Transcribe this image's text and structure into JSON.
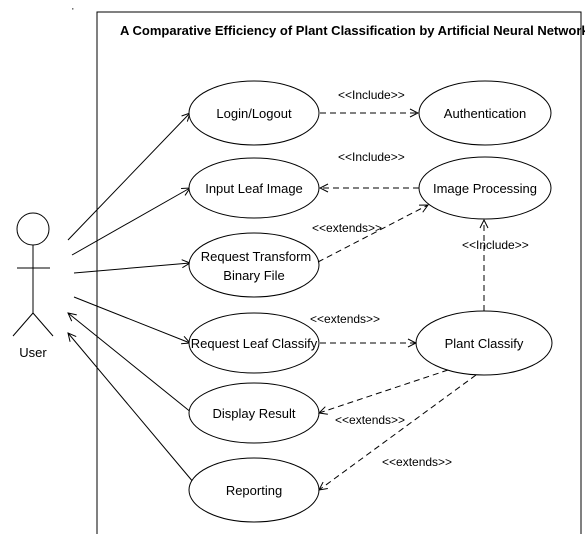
{
  "diagram": {
    "title": "A Comparative Efficiency of Plant Classification by Artificial Neural Network",
    "actor": {
      "label": "User"
    },
    "header_glyph": "ฺ",
    "use_cases": {
      "login_logout": "Login/Logout",
      "authentication": "Authentication",
      "input_leaf_image": "Input Leaf Image",
      "image_processing": "Image Processing",
      "request_transform_line1": "Request Transform",
      "request_transform_line2": "Binary File",
      "request_leaf_classify": "Request Leaf Classify",
      "plant_classify": "Plant Classify",
      "display_result": "Display Result",
      "reporting": "Reporting"
    },
    "relationships": {
      "login_auth": "<<Include>>",
      "input_imgproc": "<<Include>>",
      "transform_imgproc": "<<extends>>",
      "classify_imgproc": "<<Include>>",
      "request_classify": "<<extends>>",
      "display_classify": "<<extends>>",
      "reporting_classify": "<<extends>>"
    }
  }
}
